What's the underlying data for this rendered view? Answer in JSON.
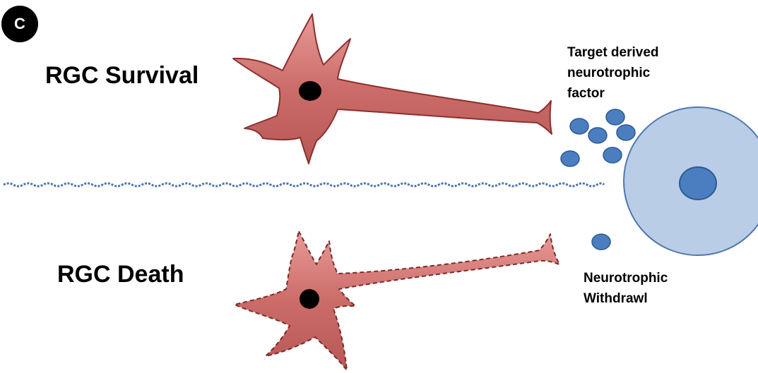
{
  "panel": {
    "letter": "C"
  },
  "labels": {
    "survival": "RGC Survival",
    "death": "RGC Death",
    "target_factor": [
      "Target derived",
      "neurotrophic",
      "factor"
    ],
    "withdrawal": [
      "Neurotrophic",
      "Withdrawl"
    ]
  },
  "colors": {
    "neuron_fill": "#cd6f6c",
    "neuron_stroke": "#8b2f2e",
    "factor_fill": "#4a7ec0",
    "factor_stroke": "#2f5a92",
    "target_cell_fill": "#b9cde6",
    "target_cell_stroke": "#4f78b0",
    "divider": "#4a74b3"
  }
}
